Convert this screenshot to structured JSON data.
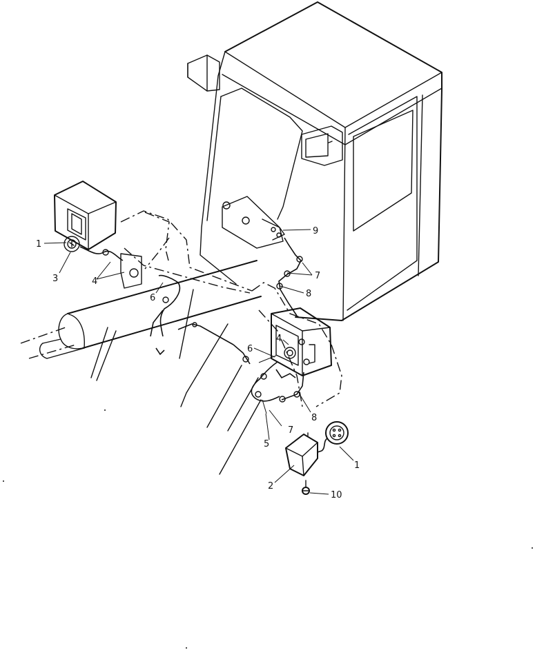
{
  "colors": {
    "ink": "#111111",
    "paper": "#ffffff"
  },
  "callouts": [
    {
      "id": "c1a",
      "text": "1"
    },
    {
      "id": "c3",
      "text": "3"
    },
    {
      "id": "c4a",
      "text": "4"
    },
    {
      "id": "c6a",
      "text": "6"
    },
    {
      "id": "c9",
      "text": "9"
    },
    {
      "id": "c7a",
      "text": "7"
    },
    {
      "id": "c8a",
      "text": "8"
    },
    {
      "id": "c4b",
      "text": "4"
    },
    {
      "id": "c6b",
      "text": "6"
    },
    {
      "id": "c7b",
      "text": "7"
    },
    {
      "id": "c8b",
      "text": "8"
    },
    {
      "id": "c5",
      "text": "5"
    },
    {
      "id": "c1b",
      "text": "1"
    },
    {
      "id": "c2",
      "text": "2"
    },
    {
      "id": "c10",
      "text": "10"
    }
  ]
}
